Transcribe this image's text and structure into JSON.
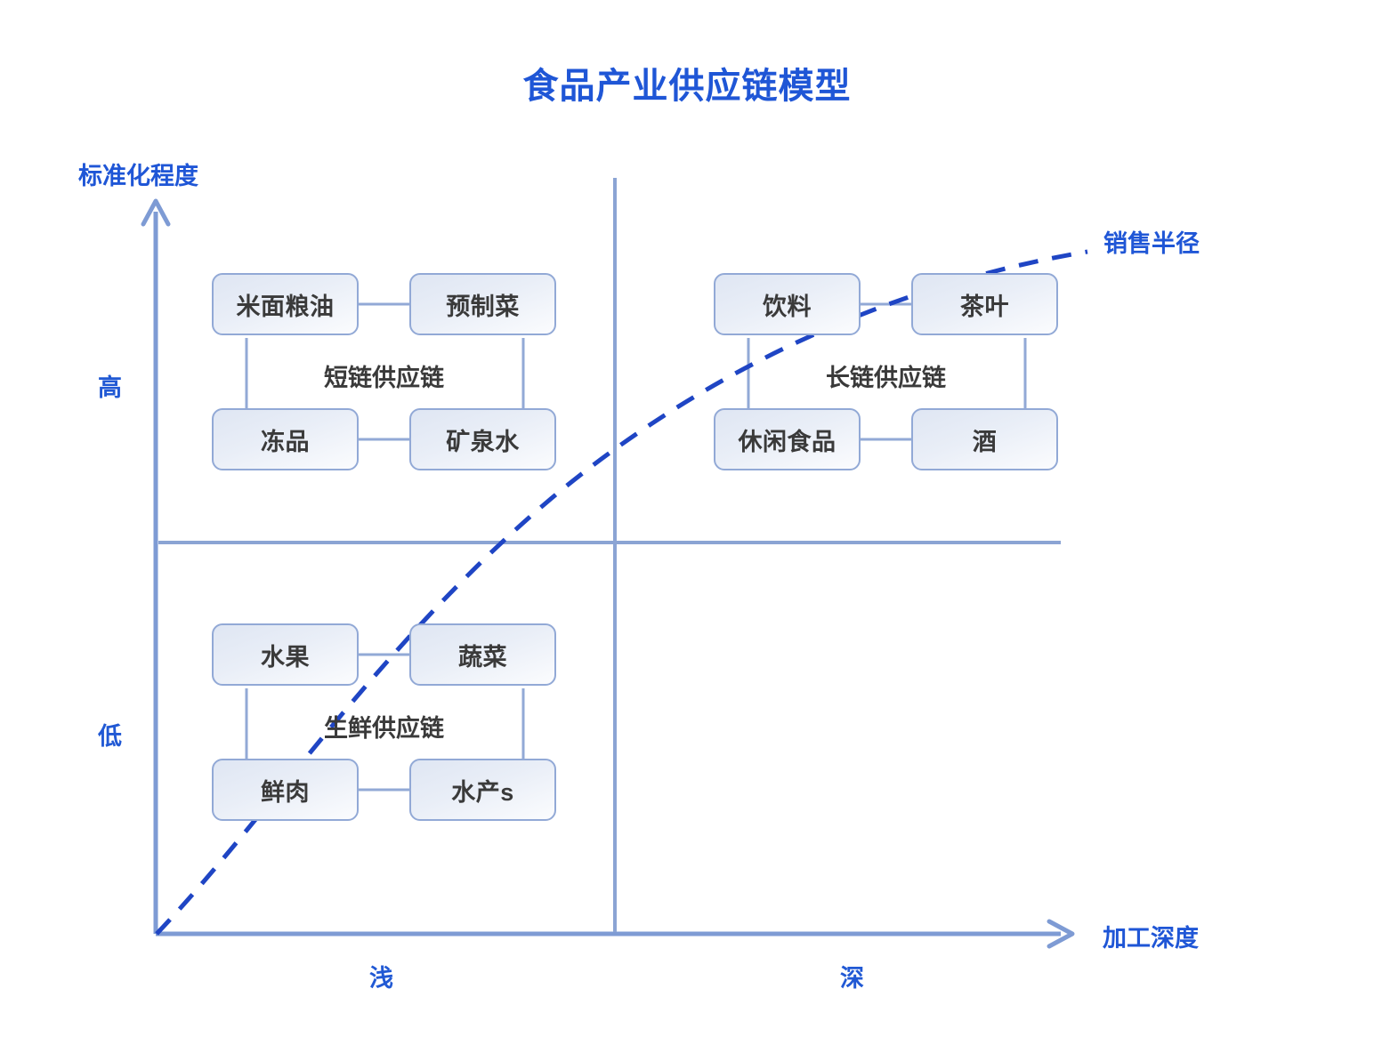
{
  "title": "食品产业供应链模型",
  "axes": {
    "y_title": "标准化程度",
    "x_title": "加工深度",
    "y_ticks": {
      "high": "高",
      "low": "低"
    },
    "x_ticks": {
      "shallow": "浅",
      "deep": "深"
    }
  },
  "curve": {
    "label": "销售半径",
    "style": "dashed",
    "color": "#1f45c4"
  },
  "colors": {
    "accent_blue": "#1f56d6",
    "axis_blue": "#7e9bd4",
    "node_border": "#92a9d6",
    "node_text": "#3a3a3a",
    "curve": "#1f45c4"
  },
  "quadrants": [
    {
      "id": "top-left",
      "group_label": "短链供应链",
      "nodes": [
        {
          "id": "rice-flour-grain-oil",
          "label": "米面粮油"
        },
        {
          "id": "prepared-dishes",
          "label": "预制菜"
        },
        {
          "id": "frozen-goods",
          "label": "冻品"
        },
        {
          "id": "mineral-water",
          "label": "矿泉水"
        }
      ]
    },
    {
      "id": "top-right",
      "group_label": "长链供应链",
      "nodes": [
        {
          "id": "beverages",
          "label": "饮料"
        },
        {
          "id": "tea",
          "label": "茶叶"
        },
        {
          "id": "snack-food",
          "label": "休闲食品"
        },
        {
          "id": "liquor",
          "label": "酒"
        }
      ]
    },
    {
      "id": "bottom-left",
      "group_label": "生鲜供应链",
      "nodes": [
        {
          "id": "fruit",
          "label": "水果"
        },
        {
          "id": "vegetables",
          "label": "蔬菜"
        },
        {
          "id": "fresh-meat",
          "label": "鲜肉"
        },
        {
          "id": "aquatic-products",
          "label": "水产s"
        }
      ]
    }
  ],
  "chart_data": {
    "type": "scatter",
    "title": "食品产业供应链模型",
    "xlabel": "加工深度",
    "ylabel": "标准化程度",
    "xticks": [
      "浅",
      "深"
    ],
    "yticks": [
      "低",
      "高"
    ],
    "grid": false,
    "legend": "none",
    "quadrant_labels": [
      "短链供应链",
      "长链供应链",
      "生鲜供应链"
    ],
    "annotations": [
      "销售半径"
    ]
  }
}
